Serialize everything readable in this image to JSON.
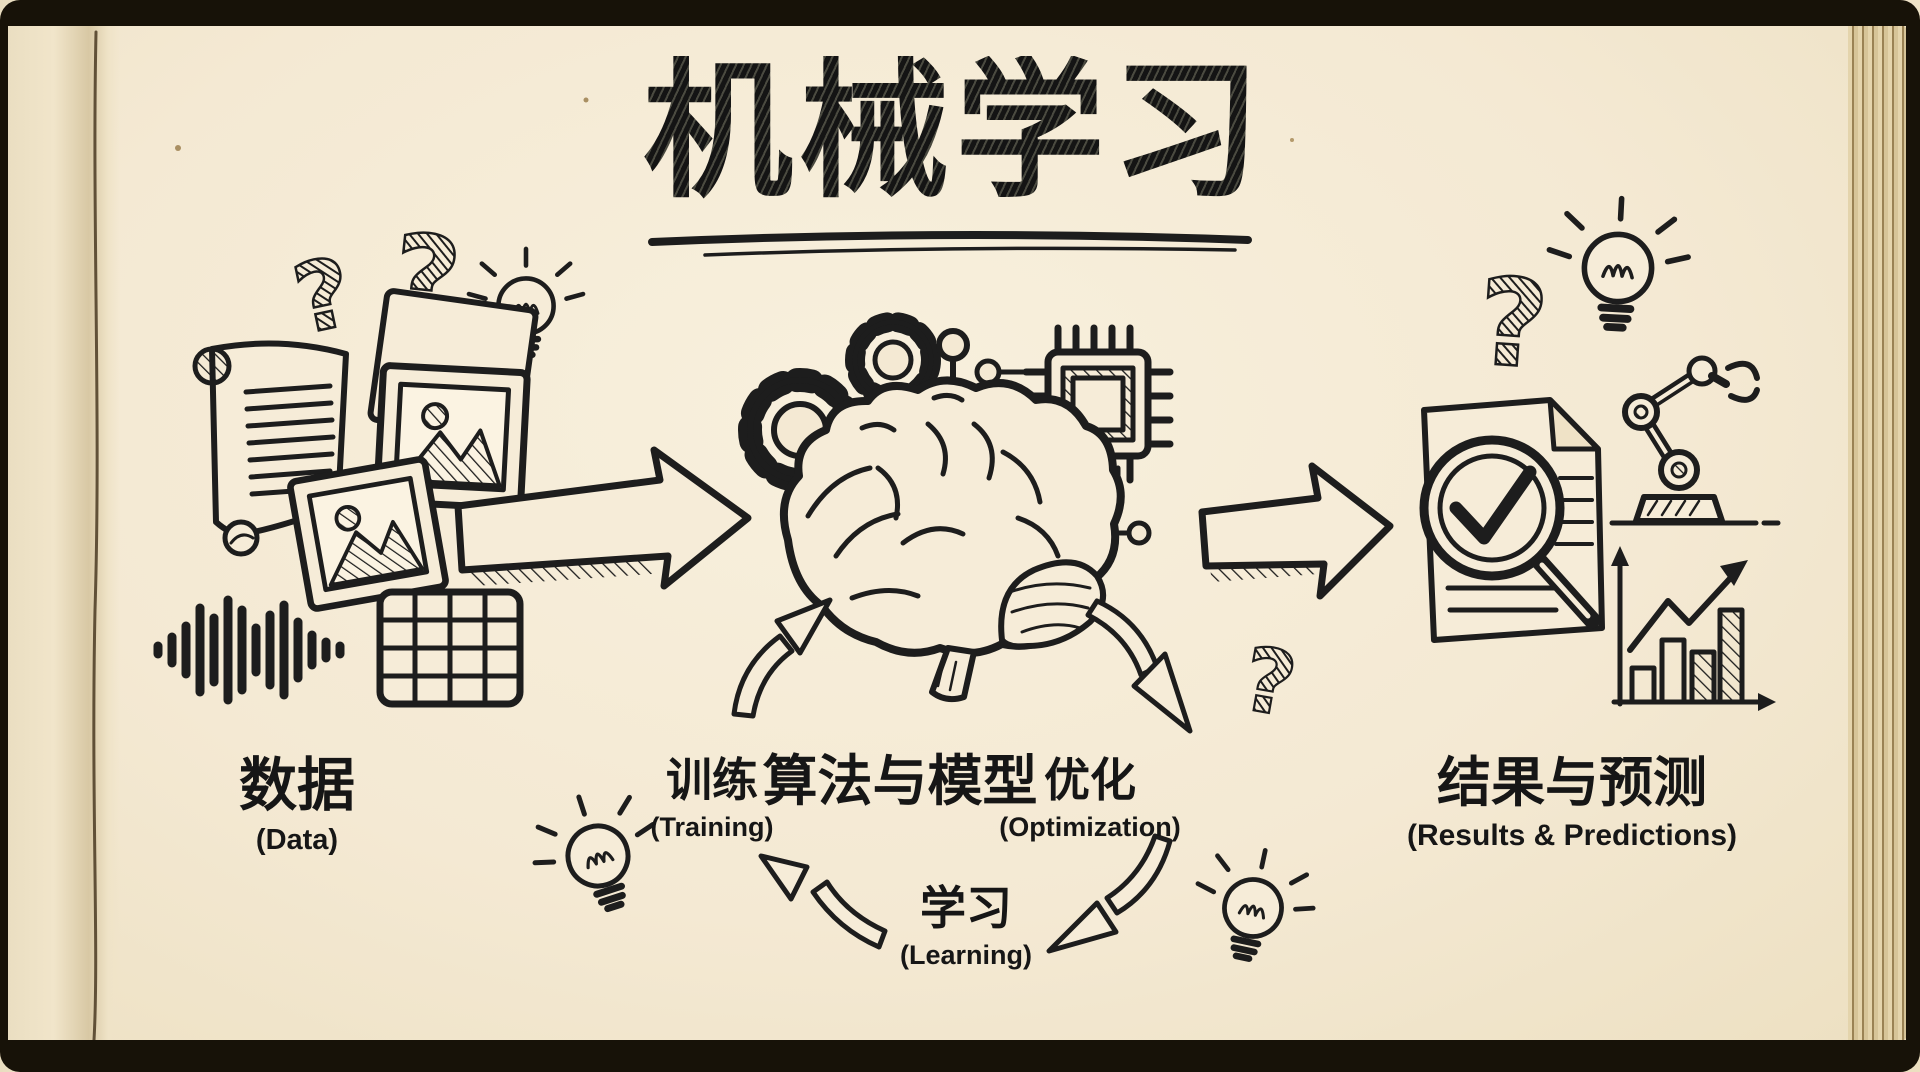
{
  "page": {
    "title": "机械学习"
  },
  "flow": {
    "data": {
      "label_zh": "数据",
      "label_en": "(Data)"
    },
    "model": {
      "label_zh": "算法与模型"
    },
    "results": {
      "label_zh": "结果与预测",
      "label_en": "(Results & Predictions)"
    }
  },
  "cycle": {
    "training": {
      "label_zh": "训练",
      "label_en": "(Training)"
    },
    "optimization": {
      "label_zh": "优化",
      "label_en": "(Optimization)"
    },
    "learning": {
      "label_zh": "学习",
      "label_en": "(Learning)"
    }
  },
  "decorations": {
    "question_mark": "?"
  },
  "colors": {
    "paper": "#f4e9d3",
    "ink": "#1d1d1d",
    "cover": "#171208",
    "page_edge": "#d6c498"
  },
  "icons": [
    "question-mark-icon",
    "lightbulb-icon",
    "scroll-icon",
    "photo-icon",
    "audio-waveform-icon",
    "data-table-icon",
    "arrow-right-icon",
    "gear-icon",
    "pin-node-icon",
    "circuit-icon",
    "chip-icon",
    "brain-icon",
    "curved-arrow-icon",
    "document-check-icon",
    "magnifier-check-icon",
    "robot-arm-icon",
    "bar-chart-icon"
  ]
}
